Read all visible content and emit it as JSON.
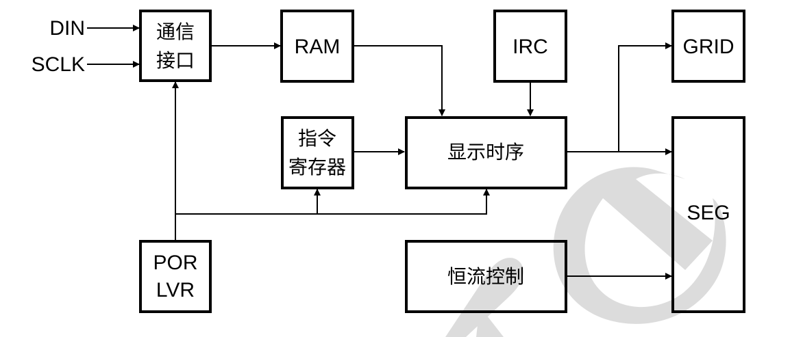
{
  "diagram": {
    "inputs": {
      "din": "DIN",
      "sclk": "SCLK"
    },
    "blocks": {
      "comm": [
        "通信",
        "接口"
      ],
      "ram": "RAM",
      "irc": "IRC",
      "grid": "GRID",
      "cmd_reg": [
        "指令",
        "寄存器"
      ],
      "display_timing": "显示时序",
      "seg": "SEG",
      "por": [
        "POR",
        "LVR"
      ],
      "const_current": "恒流控制"
    },
    "colors": {
      "line": "#000000",
      "watermark": "#dcdcdc",
      "background": "#ffffff"
    }
  }
}
